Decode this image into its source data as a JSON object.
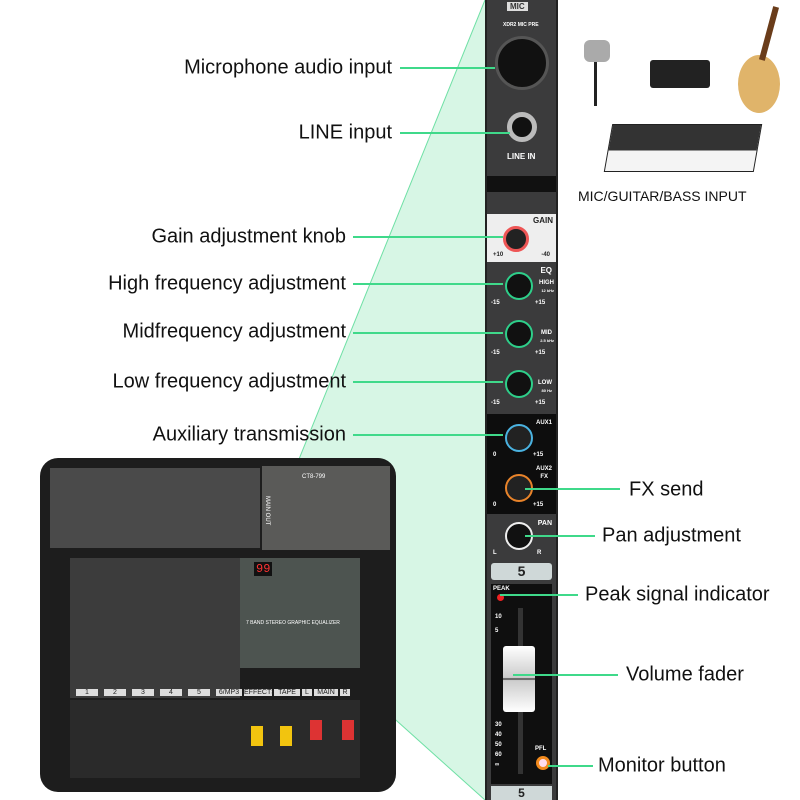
{
  "annotations_left": [
    "Microphone audio input",
    "LINE input",
    "Gain adjustment knob",
    "High frequency adjustment",
    "Midfrequency adjustment",
    "Low frequency adjustment",
    "Auxiliary transmission"
  ],
  "annotations_right": [
    "FX send",
    "Pan adjustment",
    "Peak signal indicator",
    "Volume fader",
    "Monitor button"
  ],
  "instruments_caption": "MIC/GUITAR/BASS INPUT",
  "strip": {
    "mic": "MIC",
    "xlr": "XDR2 MIC PRE",
    "line_in": "LINE IN",
    "gain": "GAIN",
    "gain_min": "+10",
    "gain_max": "-40",
    "eq": "EQ",
    "high": "HIGH",
    "high_freq": "12 kHz",
    "mid": "MID",
    "mid_freq": "2.5 kHz",
    "low": "LOW",
    "low_freq": "80 Hz",
    "eq_min": "-15",
    "eq_max": "+15",
    "aux1": "AUX1",
    "aux2": "AUX2",
    "fx": "FX",
    "aux_min": "0",
    "aux_max": "+15",
    "pan": "PAN",
    "pan_l": "L",
    "pan_r": "R",
    "channel": "5",
    "peak": "PEAK",
    "scale": [
      "10",
      "5",
      "30",
      "40",
      "50",
      "60",
      "∞"
    ],
    "pfl": "PFL"
  },
  "mixer": {
    "channels": [
      "1",
      "2",
      "3",
      "4",
      "5",
      "6/MP3"
    ],
    "display": "99",
    "effects": "EFFECTS",
    "tape": "TAPE",
    "main_l": "L",
    "main": "MAIN",
    "main_r": "R",
    "eq_title": "7 BAND STEREO GRAPHIC EQUALIZER",
    "main_out": "MAIN OUT",
    "model": "CT8-799"
  }
}
